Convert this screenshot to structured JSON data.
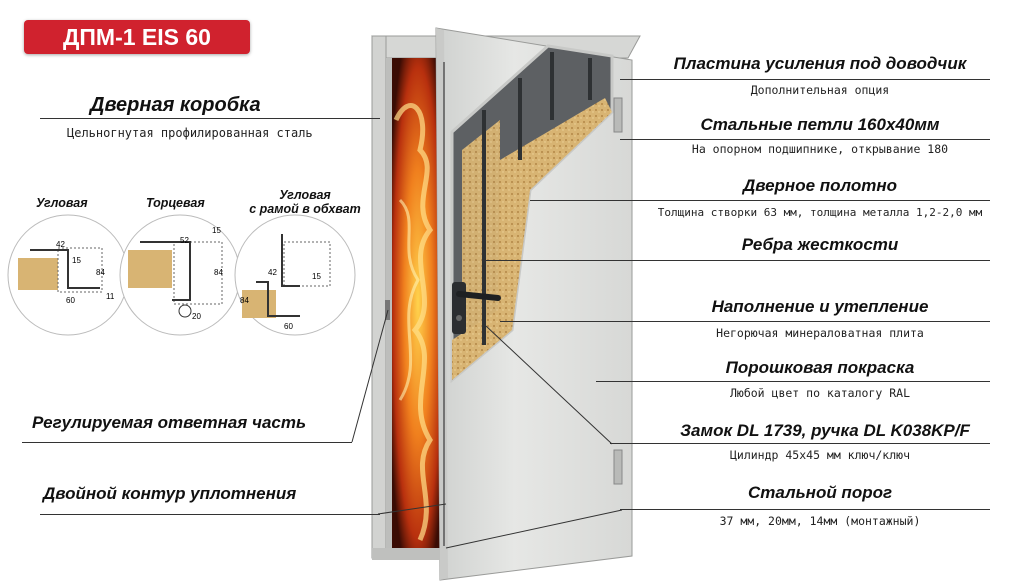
{
  "badge": "ДПМ-1 EIS 60",
  "left": {
    "frame": {
      "title": "Дверная коробка",
      "sub": "Цельногнутая профилированная сталь"
    },
    "profiles": [
      "Угловая",
      "Торцевая",
      "Угловая\nс рамой в обхват"
    ],
    "strike": "Регулируемая ответная часть",
    "seal": "Двойной контур уплотнения"
  },
  "dims": {
    "p1": [
      "42",
      "15",
      "84",
      "60",
      "11"
    ],
    "p2": [
      "52",
      "15",
      "84",
      "20"
    ],
    "p3": [
      "42",
      "15",
      "84",
      "60"
    ]
  },
  "right": [
    {
      "title": "Пластина усиления под доводчик",
      "sub": "Дополнительная опция"
    },
    {
      "title": "Стальные петли 160х40мм",
      "sub": "На опорном подшипнике, открывание 180"
    },
    {
      "title": "Дверное полотно",
      "sub": "Толщина створки 63 мм, толщина металла 1,2-2,0 мм"
    },
    {
      "title": "Ребра жесткости",
      "sub": ""
    },
    {
      "title": "Наполнение и утепление",
      "sub": "Негорючая минераловатная плита"
    },
    {
      "title": "Порошковая покраска",
      "sub": "Любой цвет по каталогу RAL"
    },
    {
      "title": "Замок DL 1739, ручка DL K038KP/F",
      "sub": "Цилиндр 45х45 мм ключ/ключ"
    },
    {
      "title": "Стальной порог",
      "sub": "37 мм, 20мм, 14мм (монтажный)"
    }
  ],
  "colors": {
    "accent": "#d0222e",
    "door": "#e3e4e2",
    "insulation": "#d9b679",
    "fire": "#e8561a"
  }
}
